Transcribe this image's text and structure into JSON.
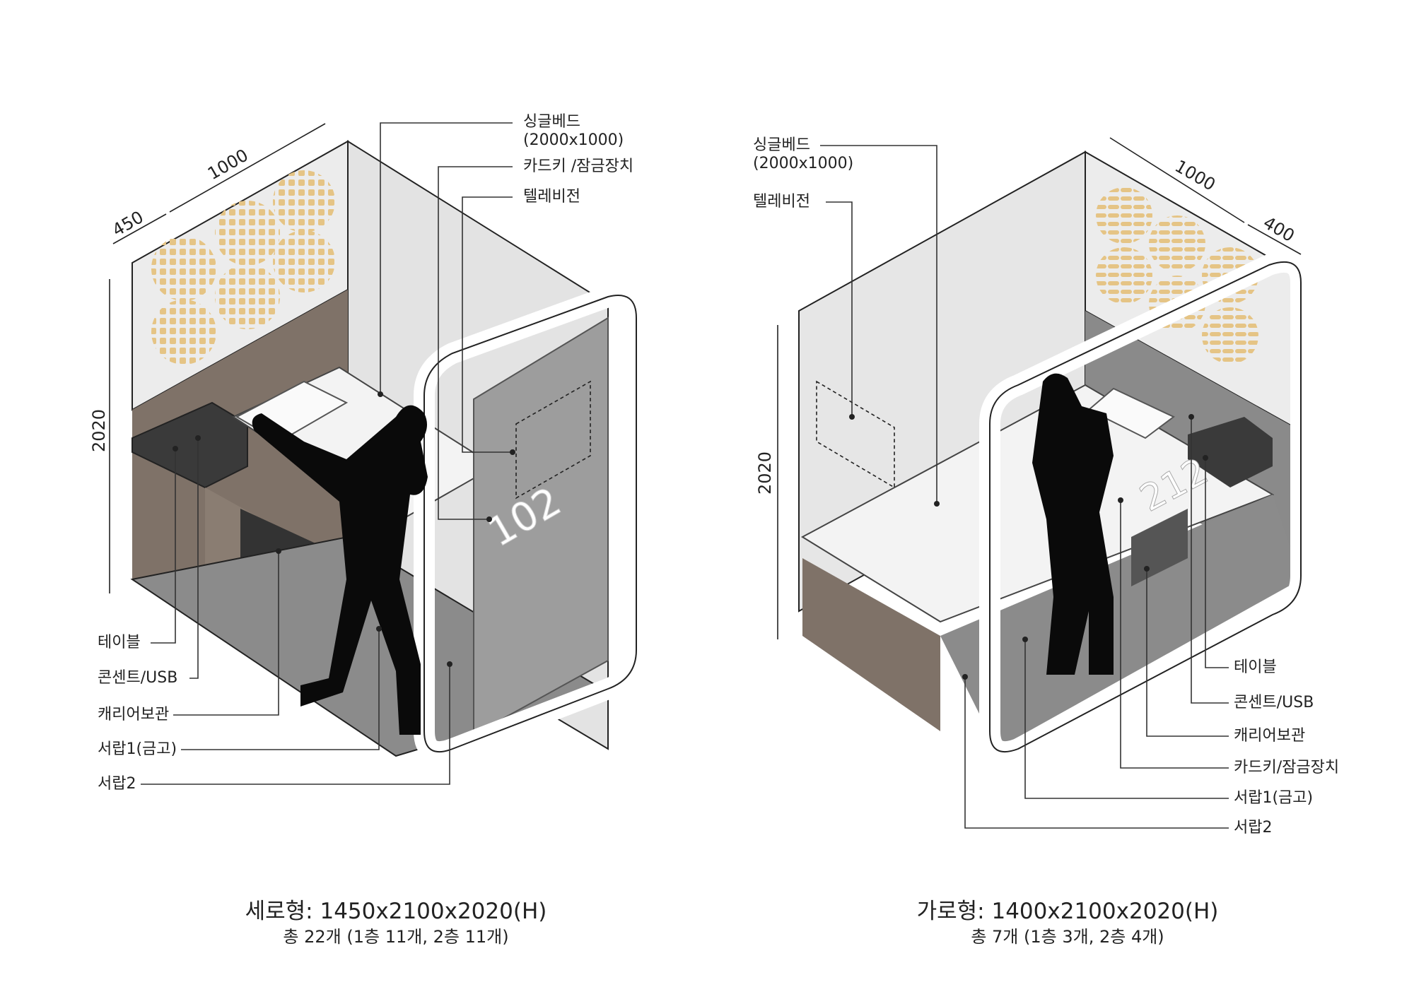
{
  "left_module": {
    "dimensions": {
      "width_top": "1000",
      "depth_top": "450",
      "height": "2020"
    },
    "room_number": "102",
    "labels": {
      "single_bed": [
        "싱글베드",
        "(2000x1000)"
      ],
      "card_key": "카드키 /잠금장치",
      "television": "텔레비전",
      "table": "테이블",
      "outlet_usb": "콘센트/USB",
      "carrier_storage": "캐리어보관",
      "drawer1": "서랍1(금고)",
      "drawer2": "서랍2"
    },
    "caption": {
      "title": "세로형: 1450x2100x2020(H)",
      "subtitle": "총 22개 (1층 11개, 2층 11개)"
    }
  },
  "right_module": {
    "dimensions": {
      "width_top": "1000",
      "depth_top": "400",
      "height": "2020"
    },
    "room_number": "212",
    "labels": {
      "single_bed": [
        "싱글베드",
        "(2000x1000)"
      ],
      "television": "텔레비전",
      "table": "테이블",
      "outlet_usb": "콘센트/USB",
      "carrier_storage": "캐리어보관",
      "card_key": "카드키/잠금장치",
      "drawer1": "서랍1(금고)",
      "drawer2": "서랍2"
    },
    "caption": {
      "title": "가로형: 1400x2100x2020(H)",
      "subtitle": "총 7개 (1층 3개, 2층 4개)"
    }
  },
  "colors": {
    "wall": "#e8e8e8",
    "accent_panel": "#e8c98a",
    "floor": "#8a8a8a",
    "brown_base": "#807268",
    "door_glass": "#9c9c9c",
    "frame": "#ffffff",
    "silhouette": "#0a0a0a"
  }
}
